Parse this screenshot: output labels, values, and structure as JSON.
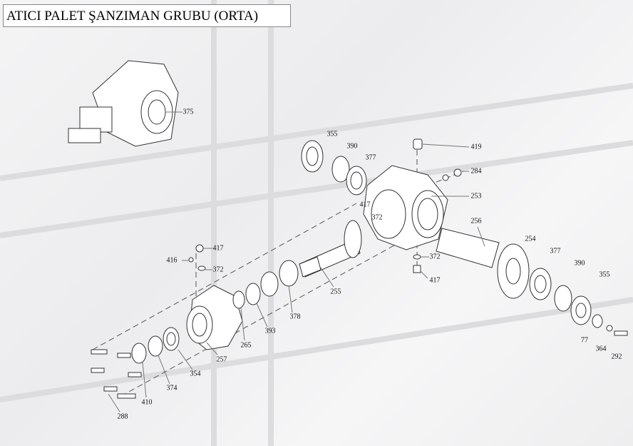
{
  "title": "ATICI PALET ŞANZIMAN GRUBU (ORTA)",
  "parts": [
    {
      "id": "p375",
      "num": "375"
    },
    {
      "id": "p355a",
      "num": "355"
    },
    {
      "id": "p390a",
      "num": "390"
    },
    {
      "id": "p377a",
      "num": "377"
    },
    {
      "id": "p419",
      "num": "419"
    },
    {
      "id": "p284",
      "num": "284"
    },
    {
      "id": "p253",
      "num": "253"
    },
    {
      "id": "p417a",
      "num": "417"
    },
    {
      "id": "p372a",
      "num": "372"
    },
    {
      "id": "p256",
      "num": "256"
    },
    {
      "id": "p254",
      "num": "254"
    },
    {
      "id": "p377b",
      "num": "377"
    },
    {
      "id": "p390b",
      "num": "390"
    },
    {
      "id": "p355b",
      "num": "355"
    },
    {
      "id": "p372b",
      "num": "372"
    },
    {
      "id": "p417b",
      "num": "417"
    },
    {
      "id": "p255",
      "num": "255"
    },
    {
      "id": "p417c",
      "num": "417"
    },
    {
      "id": "p416",
      "num": "416"
    },
    {
      "id": "p372c",
      "num": "372"
    },
    {
      "id": "p378",
      "num": "378"
    },
    {
      "id": "p393",
      "num": "393"
    },
    {
      "id": "p265",
      "num": "265"
    },
    {
      "id": "p257",
      "num": "257"
    },
    {
      "id": "p354",
      "num": "354"
    },
    {
      "id": "p374",
      "num": "374"
    },
    {
      "id": "p410",
      "num": "410"
    },
    {
      "id": "p288",
      "num": "288"
    },
    {
      "id": "p77",
      "num": "77"
    },
    {
      "id": "p364",
      "num": "364"
    },
    {
      "id": "p292",
      "num": "292"
    }
  ]
}
